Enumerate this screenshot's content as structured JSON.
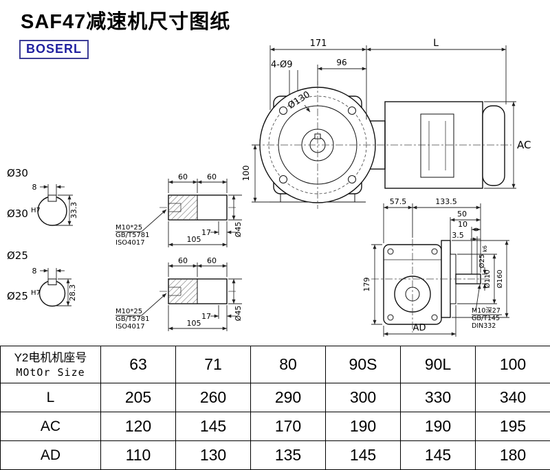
{
  "title": "SAF47减速机尺寸图纸",
  "logo": "BOSERL",
  "front_view": {
    "dim_width": "171",
    "dim_length": "L",
    "dim_96": "96",
    "holes": "4-Ø9",
    "flange": "Ø130",
    "dim_height": "100",
    "dim_ac": "AC"
  },
  "shaft_sections": {
    "s1": {
      "label": "Ø30",
      "key_width": "8",
      "key_depth": "33.3",
      "bore": "Ø30",
      "fit": "H7"
    },
    "s2": {
      "label": "Ø25",
      "key_width": "8",
      "key_depth": "28.3",
      "bore": "Ø25",
      "fit": "H7"
    }
  },
  "output_shafts": [
    {
      "len1": "60",
      "len2": "60",
      "thread_len": "17",
      "total_len": "105",
      "dia": "Ø45",
      "note1": "M10*25",
      "note2": "GB/T5781",
      "note3": "ISO4017"
    },
    {
      "len1": "60",
      "len2": "60",
      "thread_len": "17",
      "total_len": "105",
      "dia": "Ø45",
      "note1": "M10*25",
      "note2": "GB/T5781",
      "note3": "ISO4017"
    }
  ],
  "side_view": {
    "dim1": "57.5",
    "dim2": "133.5",
    "dim3": "50",
    "dim4": "10",
    "dim5": "3.5",
    "shaft_dia": "Ø25",
    "shaft_fit": "k6",
    "pilot_dia": "Ø110",
    "flange_dia": "Ø160",
    "height": "179",
    "dim_ad": "AD",
    "note1": "M10深27",
    "note2": "GB/T145",
    "note3": "DIN332"
  },
  "table": {
    "header_cn": "Y2电机机座号",
    "header_en": "MOtOr Size",
    "sizes": [
      "63",
      "71",
      "80",
      "90S",
      "90L",
      "100"
    ],
    "rows": [
      {
        "label": "L",
        "values": [
          "205",
          "260",
          "290",
          "300",
          "330",
          "340"
        ]
      },
      {
        "label": "AC",
        "values": [
          "120",
          "145",
          "170",
          "190",
          "190",
          "195"
        ]
      },
      {
        "label": "AD",
        "values": [
          "110",
          "130",
          "135",
          "145",
          "145",
          "180"
        ]
      }
    ]
  }
}
